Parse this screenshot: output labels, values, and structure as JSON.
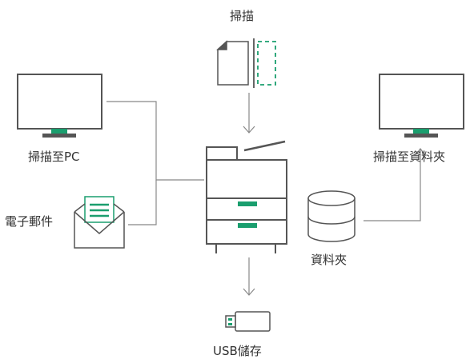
{
  "diagram": {
    "labels": {
      "scan": "掃描",
      "scan_to_pc": "掃描至PC",
      "email": "電子郵件",
      "folder": "資料夾",
      "scan_to_folder": "掃描至資料夾",
      "usb": "USB儲存"
    },
    "colors": {
      "stroke": "#555555",
      "line": "#888888",
      "accent": "#1a9e6e",
      "text": "#333333"
    }
  }
}
